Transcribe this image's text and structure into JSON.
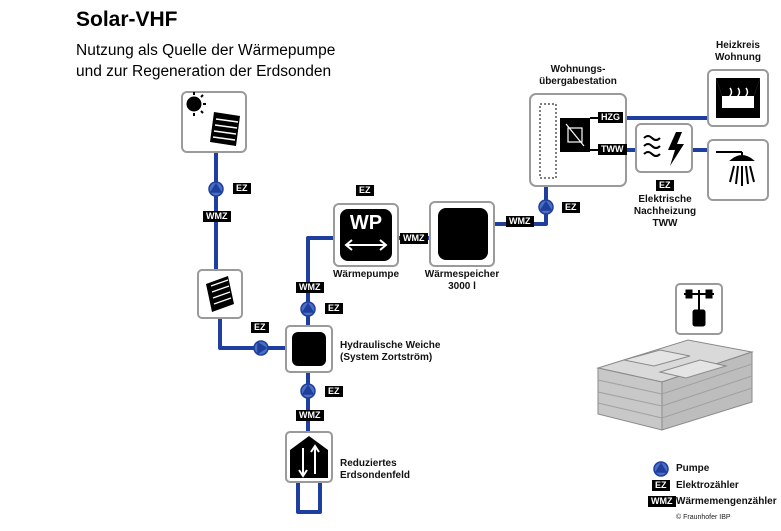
{
  "title": "Solar-VHF",
  "subtitle_line1": "Nutzung als Quelle der Wärmepumpe",
  "subtitle_line2": "und zur Regeneration der Erdsonden",
  "labels": {
    "heizkreis_line1": "Heizkreis",
    "heizkreis_line2": "Wohnung",
    "wohnungs_line1": "Wohnungs-",
    "wohnungs_line2": "übergabestation",
    "hzg": "HZG",
    "tww": "TWW",
    "elektrische_line1": "Elektrische",
    "elektrische_line2": "Nachheizung",
    "elektrische_line3": "TWW",
    "wp": "WP",
    "waermepumpe": "Wärmepumpe",
    "speicher_line1": "Wärmespeicher",
    "speicher_line2": "3000 l",
    "weiche_line1": "Hydraulische Weiche",
    "weiche_line2": "(System Zortström)",
    "erdsonde_line1": "Reduziertes",
    "erdsonde_line2": "Erdsondenfeld"
  },
  "tags": {
    "ez": "EZ",
    "wmz": "WMZ"
  },
  "legend": {
    "pumpe": "Pumpe",
    "ez_tag": "EZ",
    "ez_text": "Elektrozähler",
    "wmz_tag": "WMZ",
    "wmz_text": "Wärmemengenzähler"
  },
  "copyright": "© Fraunhofer IBP",
  "colors": {
    "pipe": "#1f3f9e",
    "pump": "#4b6fc0",
    "box_border": "#9a9a9a",
    "black": "#000000"
  }
}
